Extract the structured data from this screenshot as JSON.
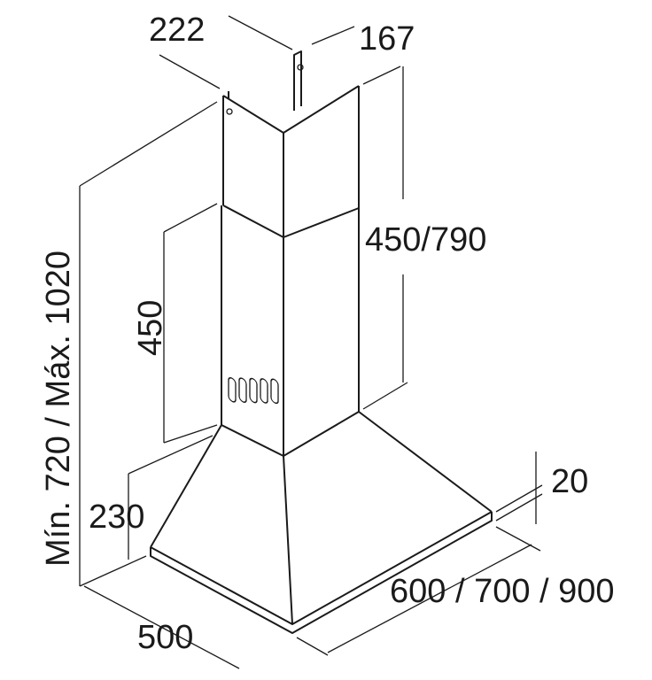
{
  "title": "Range hood dimensions diagram",
  "dimensions": {
    "chimney_width": "222",
    "chimney_depth": "167",
    "chimney_height": "450/790",
    "lower_chimney_height": "450",
    "total_height": "Mín. 720 / Máx. 1020",
    "hood_height": "230",
    "rim_thickness": "20",
    "hood_width": "600 / 700 / 900",
    "hood_depth": "500"
  },
  "colors": {
    "line": "#1a1a1a",
    "background": "#ffffff"
  }
}
